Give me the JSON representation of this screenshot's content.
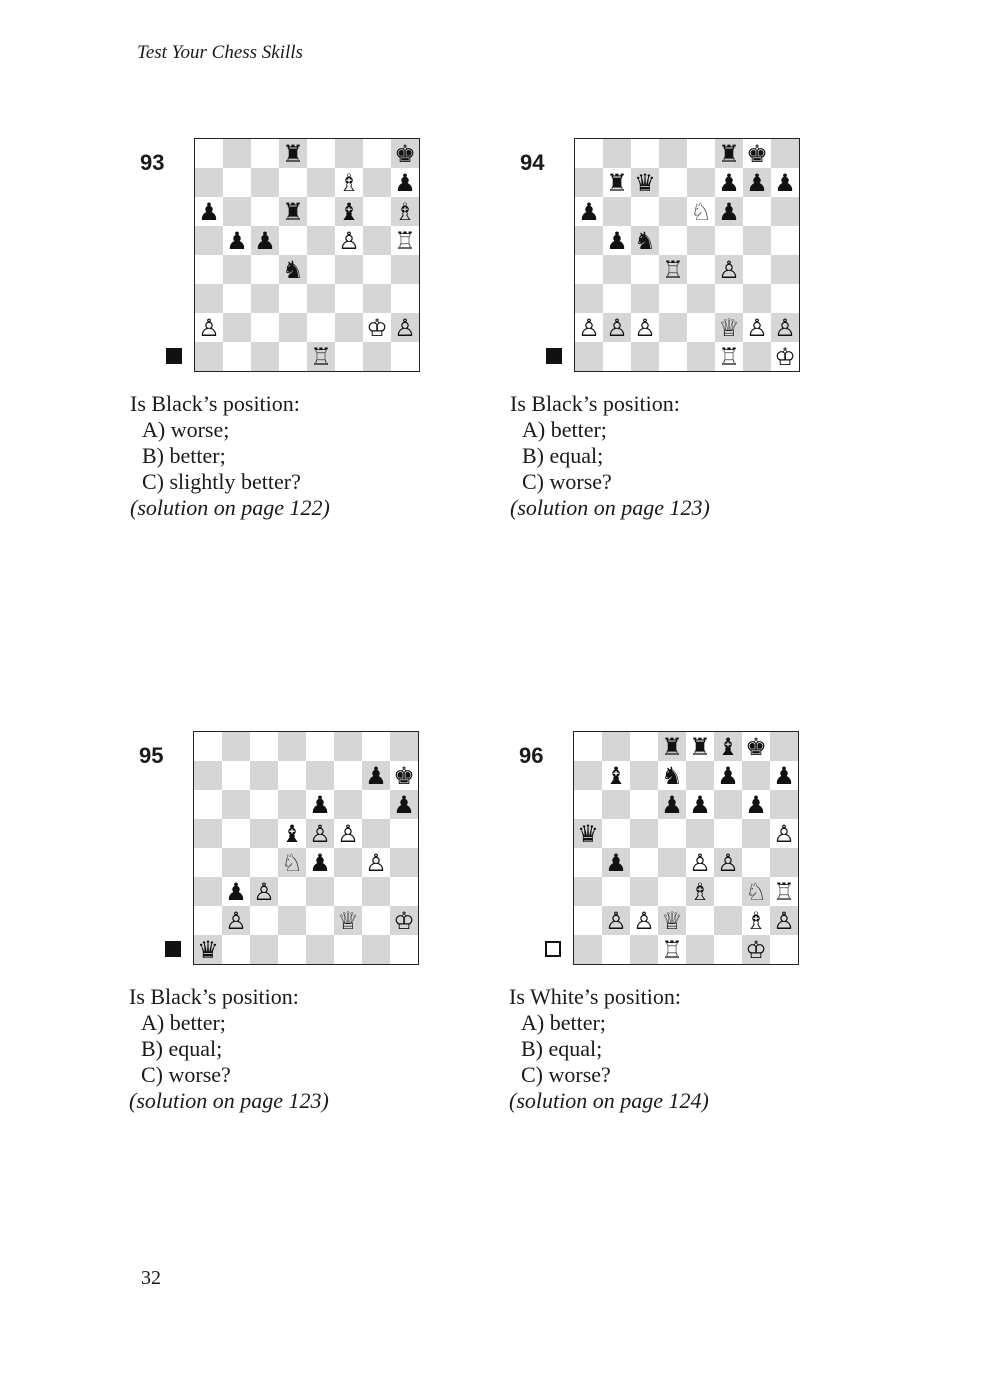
{
  "header": {
    "title": "Test Your Chess Skills"
  },
  "footer": {
    "page_number": "32"
  },
  "puzzles": [
    {
      "number": "93",
      "to_move": "black",
      "rows": [
        "...r...k",
        ".....B.p",
        "p..r.b.B",
        ".pp..P.R",
        "...n....",
        "........",
        "P.....KP",
        "....R..."
      ],
      "prompt": "Is Black’s position:",
      "options": [
        "A)  worse;",
        "B)  better;",
        "C)  slightly better?"
      ],
      "solution": "(solution on page 122)"
    },
    {
      "number": "94",
      "to_move": "black",
      "rows": [
        ".....rk.",
        ".rq..ppp",
        "p...Np..",
        ".pn.....",
        "...R.P..",
        "........",
        "PPP..QPP",
        ".....R.K"
      ],
      "prompt": "Is Black’s position:",
      "options": [
        "A)  better;",
        "B)  equal;",
        "C)  worse?"
      ],
      "solution": "(solution on page 123)"
    },
    {
      "number": "95",
      "to_move": "black",
      "rows": [
        "........",
        "......pk",
        "....p..p",
        "...bPP..",
        "...Np.P.",
        ".pP.....",
        ".P...Q.K",
        "q......."
      ],
      "prompt": "Is Black’s position:",
      "options": [
        "A)  better;",
        "B)  equal;",
        "C)  worse?"
      ],
      "solution": "(solution on page 123)"
    },
    {
      "number": "96",
      "to_move": "white",
      "rows": [
        "...rrbk.",
        ".b.n.p.p",
        "...pp.p.",
        "q......P",
        ".p..PP..",
        "....B.NR",
        ".PPQ..BP",
        "...R..K."
      ],
      "prompt": "Is White’s position:",
      "options": [
        "A)  better;",
        "B)  equal;",
        "C)  worse?"
      ],
      "solution": "(solution on page 124)"
    }
  ]
}
